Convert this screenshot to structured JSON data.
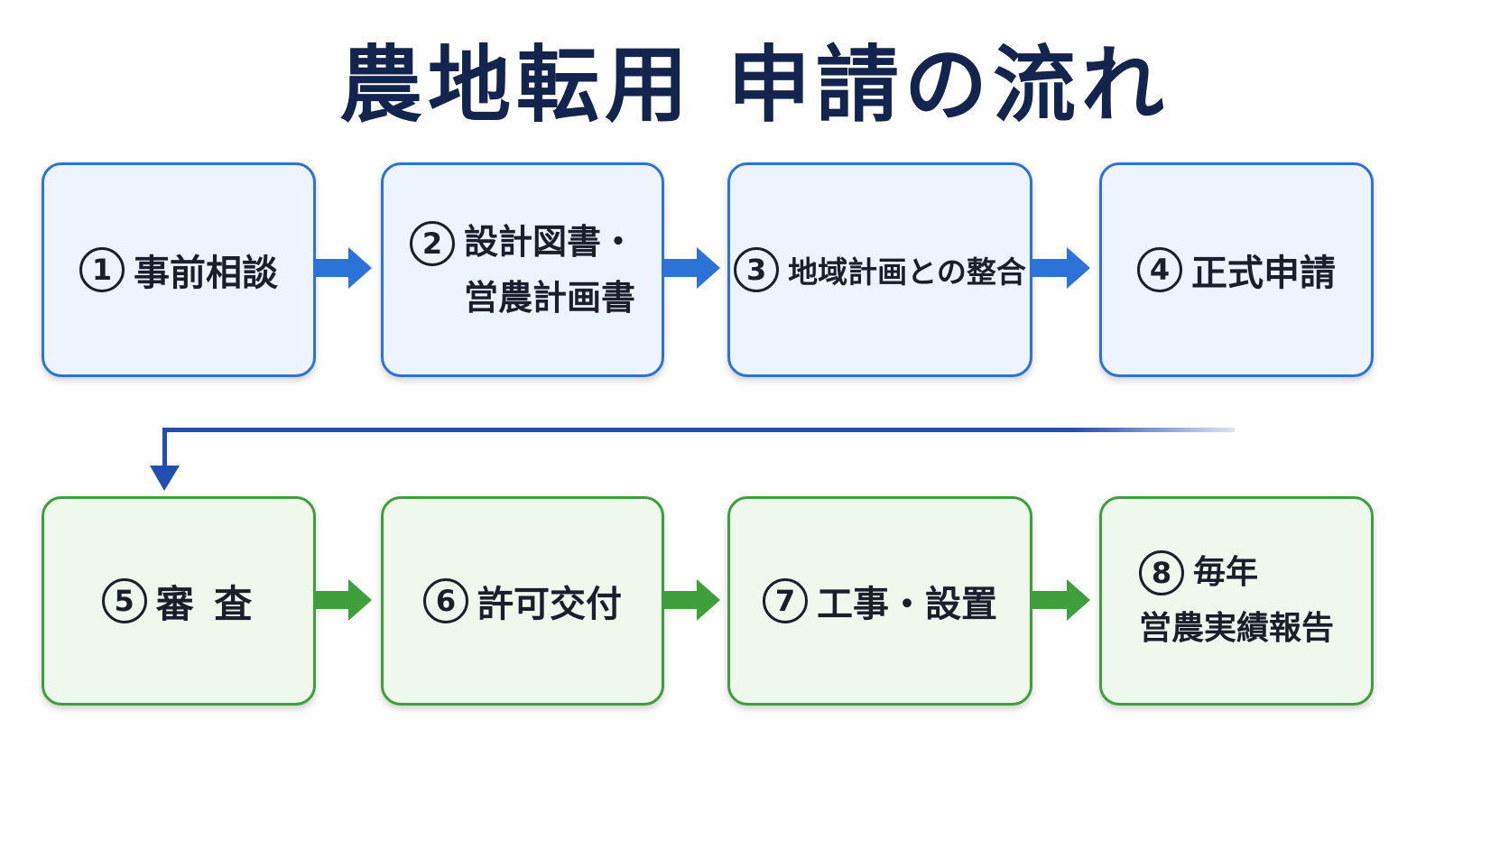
{
  "title": "農地転用 申請の流れ",
  "colors": {
    "title": "#13244f",
    "phase1_border": "#2d72d6",
    "phase1_fill": "#eef4fd",
    "phase2_border": "#3f9f3c",
    "phase2_fill": "#eff8ec"
  },
  "steps": [
    {
      "num": "1",
      "line1": "事前相談",
      "line2": ""
    },
    {
      "num": "2",
      "line1": "設計図書・",
      "line2": "営農計画書"
    },
    {
      "num": "3",
      "line1": "地域計画との整合",
      "line2": ""
    },
    {
      "num": "4",
      "line1": "正式申請",
      "line2": ""
    },
    {
      "num": "5",
      "line1": "審 査",
      "line2": ""
    },
    {
      "num": "6",
      "line1": "許可交付",
      "line2": ""
    },
    {
      "num": "7",
      "line1": "工事・設置",
      "line2": ""
    },
    {
      "num": "8",
      "line1": "毎年",
      "line2": "営農実績報告"
    }
  ]
}
